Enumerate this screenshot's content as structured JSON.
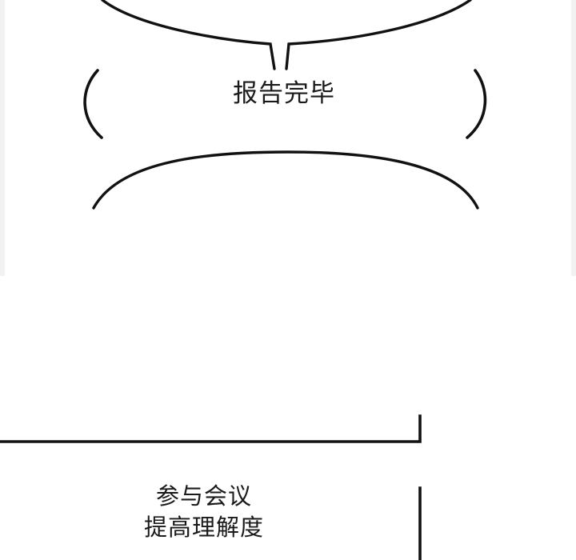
{
  "bubble_text": "报告完毕",
  "caption_box": {
    "line_1": "参与会议",
    "line_2": "提高理解度"
  },
  "colors": {
    "ink": "#111111",
    "background": "#ffffff"
  }
}
